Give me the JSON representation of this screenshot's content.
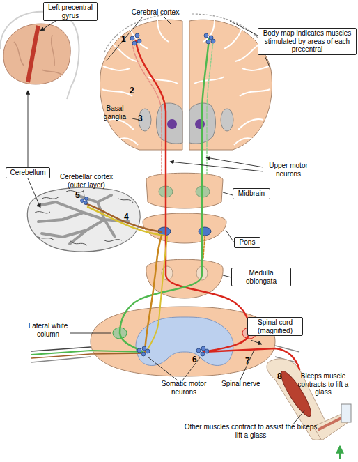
{
  "diagram": {
    "nodes": [
      {
        "text": [
          "Left precentral gyrus"
        ]
      },
      {
        "text": [
          "Body map indicates muscles stimulated by areas of each precentral"
        ]
      },
      {
        "text": [
          "Cerebellum"
        ]
      },
      {
        "text": [
          "Midbrain"
        ]
      },
      {
        "text": [
          "Pons"
        ]
      },
      {
        "text": [
          "Medulla oblongata"
        ]
      },
      {
        "text": [
          "Spinal cord (magnified)"
        ]
      }
    ],
    "labels": [
      "Cerebral cortex",
      "1",
      "2",
      "Basal ganglia",
      "3",
      "Cerebellar cortex (outer layer)",
      "5",
      "4",
      "Upper motor neurons",
      "Lateral white column",
      "6",
      "7",
      "Somatic motor neurons",
      "Spinal nerve",
      "8",
      "Biceps muscle contracts to lift a glass",
      "Other muscles contract to assist the biceps lift a glass"
    ]
  }
}
